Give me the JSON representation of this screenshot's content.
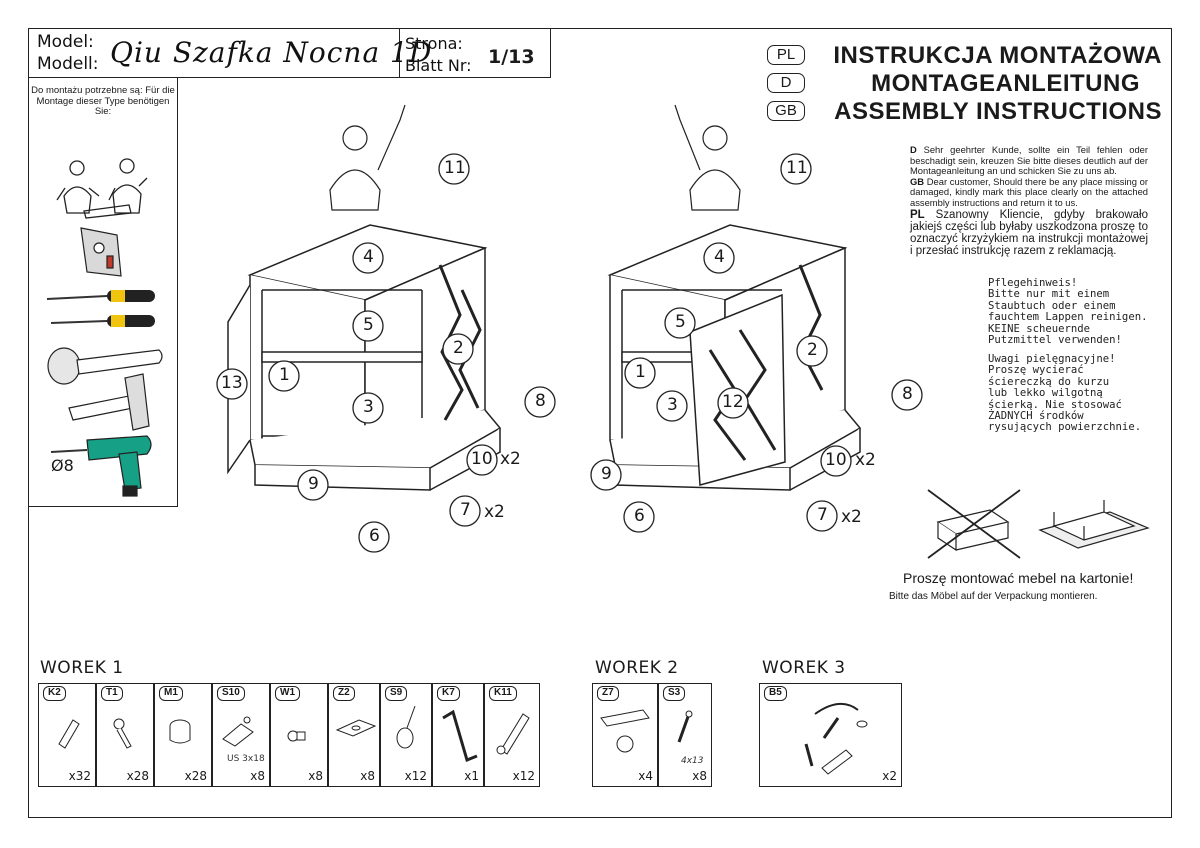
{
  "header": {
    "model_label_1": "Model:",
    "model_label_2": "Modell:",
    "model_name": "Qiu Szafka Nocna 1D",
    "page_label_1": "Strona:",
    "page_label_2": "Blatt Nr:",
    "page_number": "1/13"
  },
  "titles": [
    {
      "lang": "PL",
      "text": "INSTRUKCJA MONTAŻOWA"
    },
    {
      "lang": "D",
      "text": "MONTAGEANLEITUNG"
    },
    {
      "lang": "GB",
      "text": "ASSEMBLY INSTRUCTIONS"
    }
  ],
  "tools_panel": {
    "text": "Do montażu potrzebne są: Für die Montage dieser Type benötigen Sie:",
    "drill_size": "Ø8"
  },
  "notice": {
    "d_tag": "D",
    "d_text": "Sehr geehrter Kunde, sollte ein Teil fehlen oder beschadigt sein, kreuzen Sie bitte dieses deutlich auf der Montageanleitung an und schicken Sie zu uns ab.",
    "gb_tag": "GB",
    "gb_text": "Dear customer, Should there be any place missing or damaged, kindly mark this place clearly on the attached assembly instructions and return it to us.",
    "pl_tag": "PL",
    "pl_text": "Szanowny Kliencie, gdyby brakowało jakiejś części lub byłaby uszkodzona proszę to oznaczyć krzyżykiem na instrukcji montażowej i przesłać instrukcję razem z reklamacją."
  },
  "care_de": [
    "Pflegehinweis!",
    "Bitte nur mit einem",
    "Staubtuch oder einem",
    "fauchtem Lappen reinigen.",
    "KEINE scheuernde",
    "Putzmittel verwenden!"
  ],
  "care_pl": [
    "Uwagi pielęgnacyjne!",
    "Proszę wycierać",
    "ściereczką do kurzu",
    "lub lekko wilgotną",
    "ścierką. Nie stosować",
    "ŻADNYCH środków",
    "rysujących powierzchnie."
  ],
  "carton": {
    "pl": "Proszę montować mebel na kartonie!",
    "de": "Bitte das Möbel auf der Verpackung montieren."
  },
  "diagram_left_labels": [
    "11",
    "4",
    "5",
    "2",
    "13",
    "1",
    "3",
    "8",
    "10",
    "x2",
    "9",
    "7",
    "x2",
    "6"
  ],
  "diagram_right_labels": [
    "11",
    "4",
    "5",
    "1",
    "2",
    "3",
    "12",
    "8",
    "10",
    "x2",
    "9",
    "7",
    "x2",
    "6"
  ],
  "bags": [
    {
      "title": "WOREK 1",
      "parts": [
        {
          "code": "K2",
          "qty": "x32"
        },
        {
          "code": "T1",
          "qty": "x28"
        },
        {
          "code": "M1",
          "qty": "x28"
        },
        {
          "code": "S10",
          "qty": "x8",
          "sub": "US 3x18"
        },
        {
          "code": "W1",
          "qty": "x8"
        },
        {
          "code": "Z2",
          "qty": "x8"
        },
        {
          "code": "S9",
          "qty": "x12"
        },
        {
          "code": "K7",
          "qty": "x1"
        },
        {
          "code": "K11",
          "qty": "x12"
        }
      ]
    },
    {
      "title": "WOREK 2",
      "parts": [
        {
          "code": "Z7",
          "qty": "x4"
        },
        {
          "code": "S3",
          "qty": "x8",
          "sub": "4x13"
        }
      ]
    },
    {
      "title": "WOREK 3",
      "parts": [
        {
          "code": "B5",
          "qty": "x2"
        }
      ]
    }
  ]
}
